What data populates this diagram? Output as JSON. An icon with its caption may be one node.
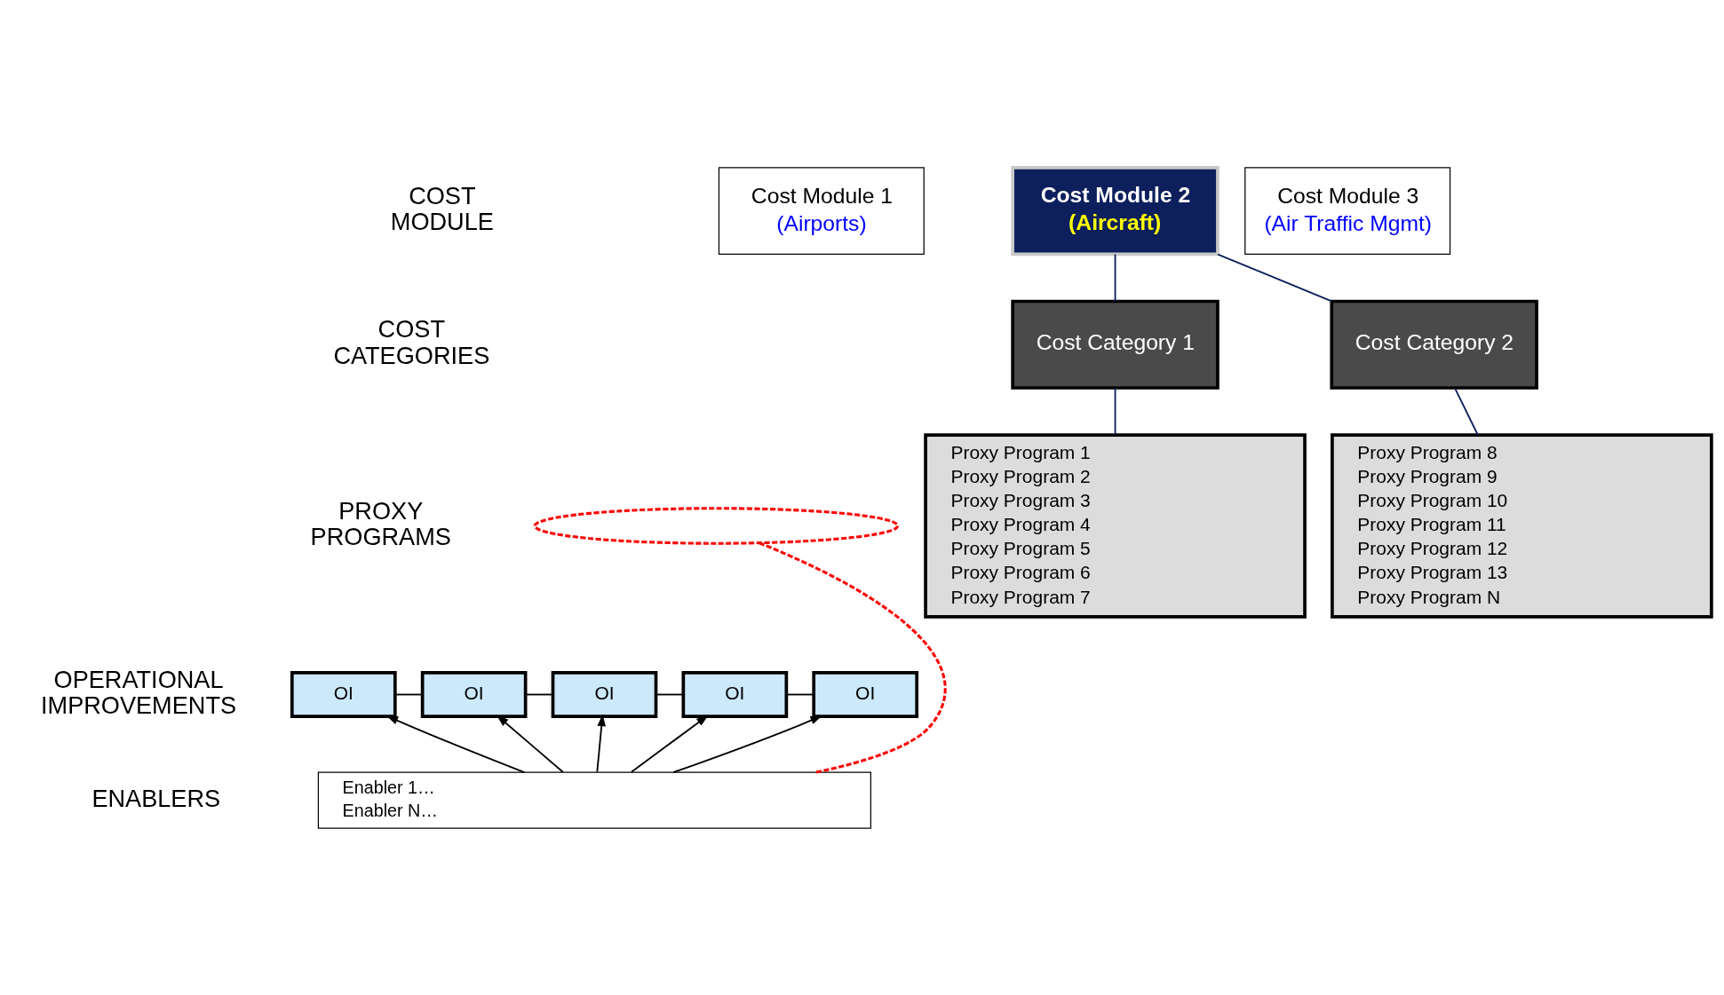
{
  "diagram": {
    "nodes": [
      {
        "text": [
          "Cost Module 1",
          "(Airports)"
        ]
      },
      {
        "text": [
          "Cost Module 2",
          "(Aircraft)"
        ]
      },
      {
        "text": [
          "Cost Module 3",
          "(Air Traffic Mgmt)"
        ]
      },
      {
        "text": [
          "Cost Category 1"
        ]
      },
      {
        "text": [
          "Cost Category 2"
        ]
      },
      {
        "text": [
          "Proxy Program 1",
          "Proxy Program 2",
          "Proxy Program 3",
          "Proxy Program 4",
          "Proxy Program 5",
          "Proxy Program 6",
          "Proxy Program 7"
        ]
      },
      {
        "text": [
          "Proxy Program 8",
          "Proxy Program 9",
          "Proxy Program 10",
          "Proxy Program 11",
          "Proxy Program 12",
          "Proxy Program 13",
          "Proxy Program N"
        ]
      },
      {
        "text": [],
        "shape": "ellipse"
      },
      {
        "text": [
          "OI"
        ]
      },
      {
        "text": [
          "OI"
        ]
      },
      {
        "text": [
          "OI"
        ]
      },
      {
        "text": [
          "OI"
        ]
      },
      {
        "text": [
          "OI"
        ]
      },
      {
        "text": [
          "Enabler 1…",
          "Enabler N…"
        ]
      }
    ],
    "edges": [
      {
        "from": 1,
        "to": 3,
        "arrow": "none",
        "color": "#0d1f5c"
      },
      {
        "from": 1,
        "to": 4,
        "arrow": "none",
        "color": "#0d1f5c"
      },
      {
        "from": 3,
        "to": 5,
        "arrow": "none",
        "color": "#0d1f5c"
      },
      {
        "from": 4,
        "to": 6,
        "arrow": "none",
        "color": "#0d1f5c"
      },
      {
        "from": 8,
        "to": 9,
        "arrow": "none"
      },
      {
        "from": 9,
        "to": 10,
        "arrow": "none"
      },
      {
        "from": 10,
        "to": 11,
        "arrow": "none"
      },
      {
        "from": 11,
        "to": 12,
        "arrow": "none"
      },
      {
        "from": 13,
        "to": 8,
        "arrow": "to"
      },
      {
        "from": 13,
        "to": 9,
        "arrow": "to"
      },
      {
        "from": 13,
        "to": 10,
        "arrow": "to"
      },
      {
        "from": 13,
        "to": 11,
        "arrow": "to"
      },
      {
        "from": 13,
        "to": 12,
        "arrow": "to"
      },
      {
        "from": 7,
        "to": 13,
        "arrow": "none",
        "style": "dashed",
        "color": "#ff0000"
      }
    ],
    "labels": [
      "COST MODULE",
      "COST CATEGORIES",
      "PROXY PROGRAMS",
      "OPERATIONAL IMPROVEMENTS",
      "ENABLERS"
    ]
  }
}
